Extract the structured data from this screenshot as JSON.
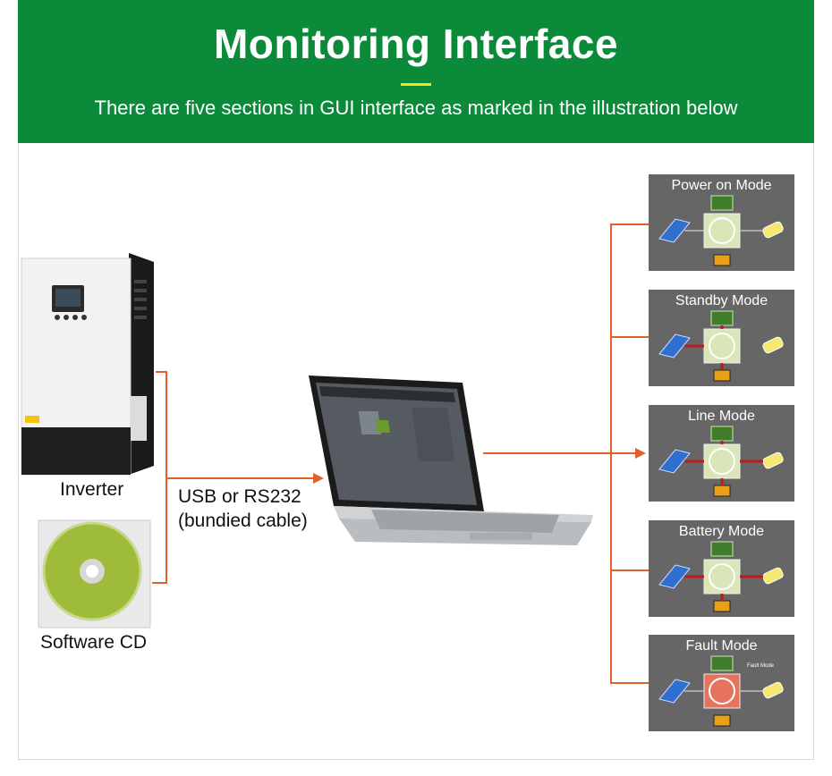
{
  "header": {
    "title": "Monitoring Interface",
    "subtitle": "There are five sections in GUI interface as marked in the illustration below"
  },
  "labels": {
    "inverter": "Inverter",
    "software_cd": "Software CD",
    "cable_line1": "USB or RS232",
    "cable_line2": "(bundied cable)"
  },
  "modes": [
    {
      "title": "Power on Mode"
    },
    {
      "title": "Standby Mode"
    },
    {
      "title": "Line Mode"
    },
    {
      "title": "Battery Mode"
    },
    {
      "title": "Fault Mode",
      "note": "Fault Mode"
    }
  ],
  "colors": {
    "banner": "#0b8a3a",
    "accent_rule": "#f3e21c",
    "connector": "#e0612a",
    "mode_panel": "#666666",
    "flow_arrow": "#c0191b"
  }
}
